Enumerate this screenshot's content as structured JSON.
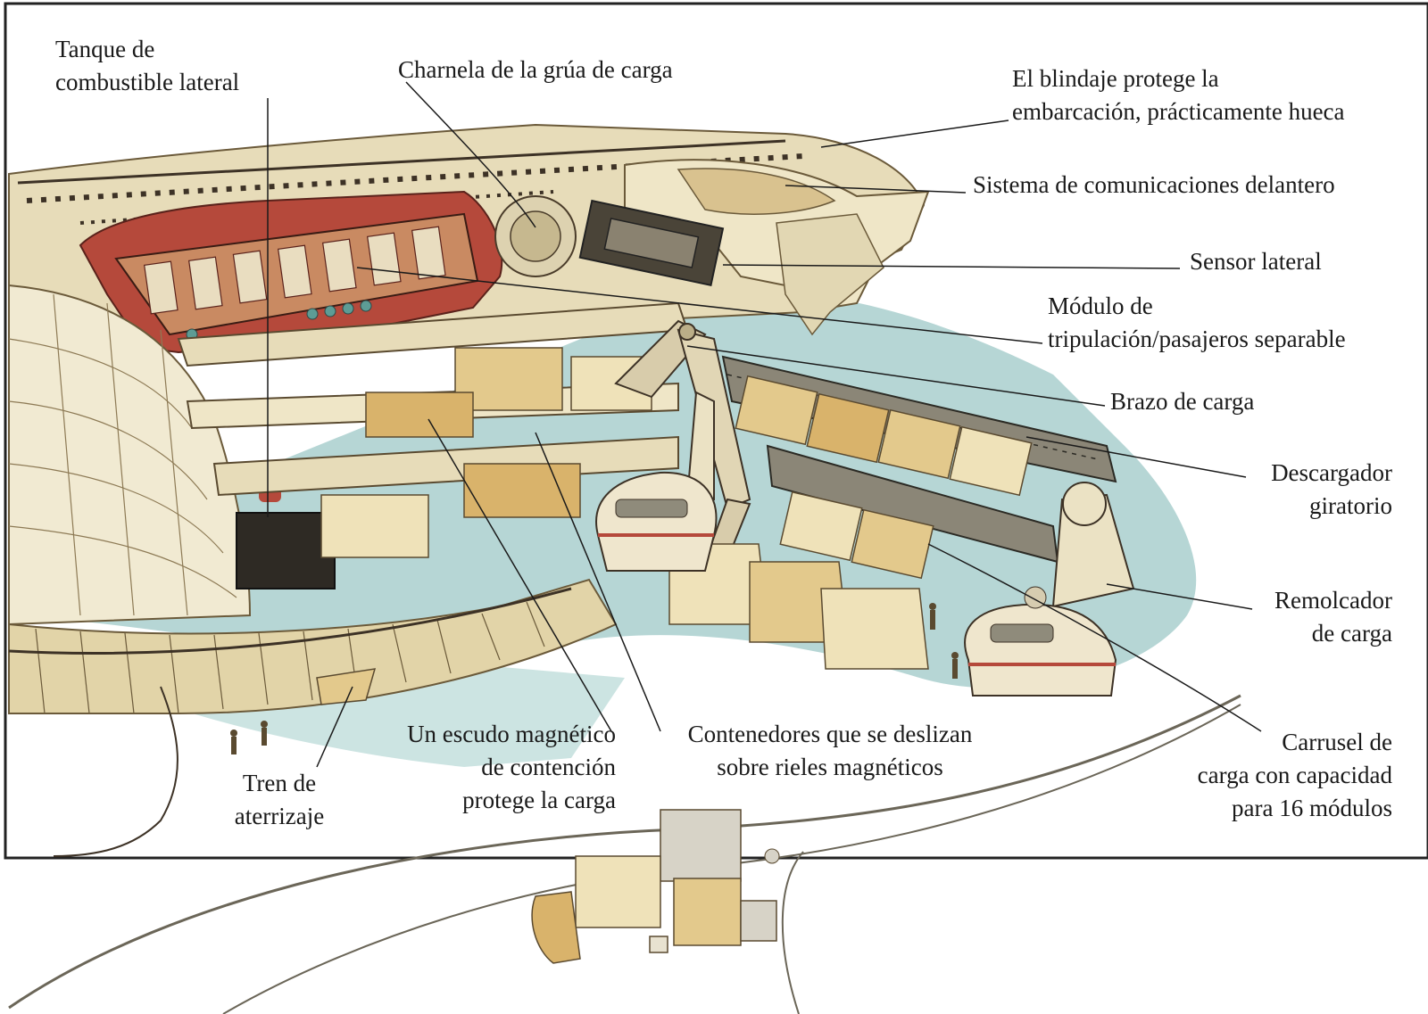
{
  "labels": {
    "tanque": {
      "line1": "Tanque de",
      "line2": "combustible lateral"
    },
    "charnela": {
      "line1": "Charnela de la grúa de carga"
    },
    "blindaje": {
      "line1": "El blindaje protege la",
      "line2": "embarcación, prácticamente hueca"
    },
    "sistema": {
      "line1": "Sistema de comunicaciones delantero"
    },
    "sensor": {
      "line1": "Sensor lateral"
    },
    "modulo": {
      "line1": "Módulo de",
      "line2": "tripulación/pasajeros separable"
    },
    "brazo": {
      "line1": "Brazo de carga"
    },
    "descargador": {
      "line1": "Descargador",
      "line2": "giratorio"
    },
    "remolcador": {
      "line1": "Remolcador",
      "line2": "de carga"
    },
    "carrusel": {
      "line1": "Carrusel de",
      "line2": "carga con capacidad",
      "line3": "para 16 módulos"
    },
    "contenedores": {
      "line1": "Contenedores que se deslizan",
      "line2": "sobre rieles magnéticos"
    },
    "escudo": {
      "line1": "Un escudo magnético",
      "line2": "de contención",
      "line3": "protege la carga"
    },
    "tren": {
      "line1": "Tren de",
      "line2": "aterrizaje"
    }
  },
  "colors": {
    "hull": "#e7dcb9",
    "hull_shade": "#c9b98a",
    "cargo": "#e3c98c",
    "red_frame": "#b5493b",
    "ground": "#a9cfce",
    "ink": "#1a1a1a"
  }
}
